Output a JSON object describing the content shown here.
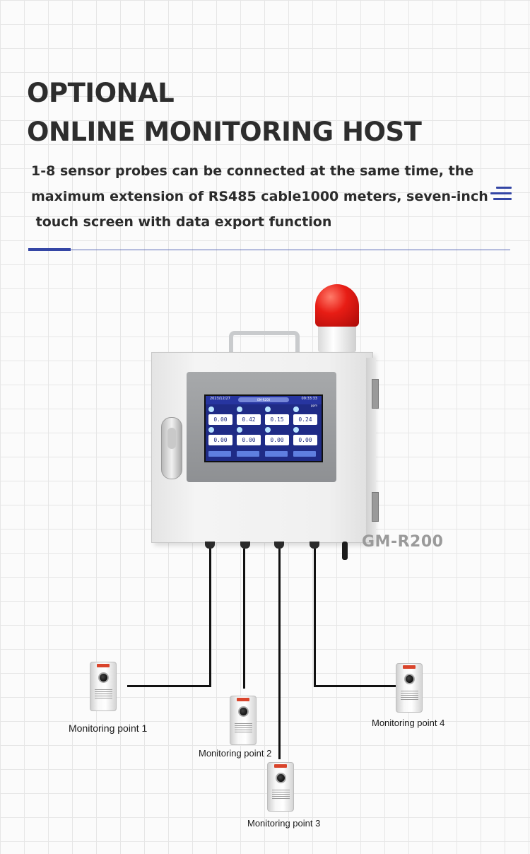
{
  "header": {
    "title_line1": "OPTIONAL",
    "title_line2": "ONLINE MONITORING HOST",
    "description_line1": "1-8 sensor probes can be connected at the same time, the",
    "description_line2": "maximum extension of RS485 cable1000 meters, seven-inch",
    "description_line3": " touch screen with data export function"
  },
  "colors": {
    "accent": "#3446a5",
    "title_text": "#2d2d2d",
    "model_text": "#9a9a9a",
    "screen_bg": "#1f2b86",
    "beacon": "#e81d15"
  },
  "icons": [
    "menu-icon"
  ],
  "device": {
    "model": "GM-R200",
    "screen": {
      "date": "2023/12/27",
      "title": "GM-R200",
      "time": "09:33:33",
      "unit": "ppm",
      "readings": [
        "0.00",
        "0.42",
        "0.15",
        "0.24",
        "0.00",
        "0.00",
        "0.00",
        "0.00"
      ]
    }
  },
  "monitoring_points": [
    {
      "label": "Monitoring point 1"
    },
    {
      "label": "Monitoring point 2"
    },
    {
      "label": "Monitoring point 3"
    },
    {
      "label": "Monitoring point 4"
    }
  ]
}
